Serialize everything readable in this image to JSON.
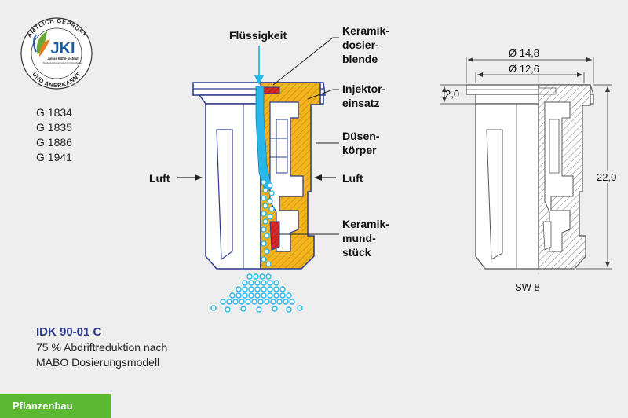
{
  "logo": {
    "arc_top": "AMTLICH GEPRÜFT",
    "arc_bottom": "UND ANERKANNT",
    "letters": "JKI",
    "org_line1": "Julius Kühn-Institut",
    "org_line2": "Bundesforschungsinstitut für Kulturpflanzen",
    "colors": {
      "blue": "#1f5aa8",
      "green": "#6aa935",
      "orange": "#e67e22"
    }
  },
  "registration_codes": [
    "G 1834",
    "G 1835",
    "G 1886",
    "G 1941"
  ],
  "labels": {
    "fluid": "Flüssigkeit",
    "ceramic_dosing_l1": "Keramik-",
    "ceramic_dosing_l2": "dosier-",
    "ceramic_dosing_l3": "blende",
    "injector_l1": "Injektor-",
    "injector_l2": "einsatz",
    "nozzle_body_l1": "Düsen-",
    "nozzle_body_l2": "körper",
    "air_left": "Luft",
    "air_right": "Luft",
    "ceramic_mouth_l1": "Keramik-",
    "ceramic_mouth_l2": "mund-",
    "ceramic_mouth_l3": "stück"
  },
  "dimensions": {
    "outer_diameter": "Ø 14,8",
    "inner_diameter": "Ø 12,6",
    "flange_height": "2,0",
    "total_height": "22,0",
    "wrench_size": "SW 8"
  },
  "product": {
    "name": "IDK 90-01 C",
    "line1": "75 % Abdriftreduktion nach",
    "line2": "MABO Dosierungsmodell"
  },
  "category": "Pflanzenbau",
  "colors": {
    "accent_green": "#5cb832",
    "product_blue": "#2b3a8c",
    "nozzle_outline": "#2b3a8c",
    "fluid_cyan": "#29b6e8",
    "brass": "#f2b51f",
    "ceramic_red": "#d62828"
  }
}
